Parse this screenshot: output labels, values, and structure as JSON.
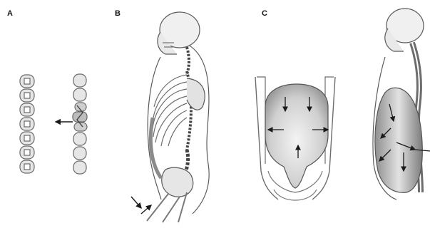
{
  "figure": {
    "panels": [
      {
        "label": "A"
      },
      {
        "label": "B"
      },
      {
        "label": "C"
      }
    ],
    "colors": {
      "outline": "#5a5a5a",
      "bone_fill": "#d9d9d9",
      "muscle": "#9a9a9a",
      "cavity_fill": "#c8c8c8",
      "arrow": "#1a1a1a"
    }
  }
}
